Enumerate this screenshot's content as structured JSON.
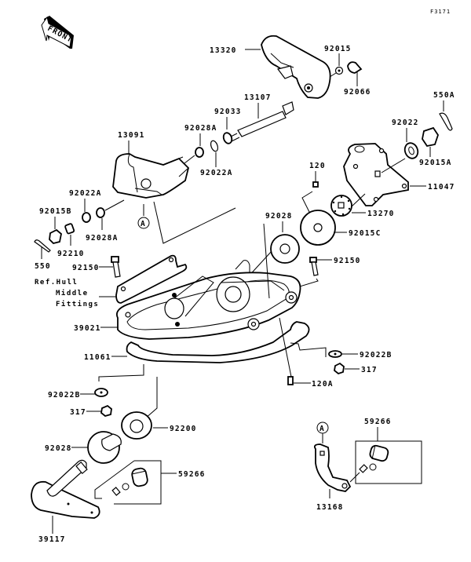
{
  "figure_code": "F3171",
  "front_arrow": "FRONT",
  "callout_marker": "A",
  "reference_note": [
    "Ref.Hull",
    "Middle",
    "Fittings"
  ],
  "parts": {
    "p13320": "13320",
    "p92015": "92015",
    "p92066": "92066",
    "p550A": "550A",
    "p13107": "13107",
    "p92033": "92033",
    "p92028A_top": "92028A",
    "p92022A_top": "92022A",
    "p13091": "13091",
    "p92022": "92022",
    "p92015A": "92015A",
    "p11047": "11047",
    "p120": "120",
    "p13270": "13270",
    "p92015C": "92015C",
    "p92028_mid": "92028",
    "p92150_right": "92150",
    "p92022A_left": "92022A",
    "p92015B": "92015B",
    "p92028A_left": "92028A",
    "p92210": "92210",
    "p550": "550",
    "p92150_left": "92150",
    "p39021": "39021",
    "p11061": "11061",
    "p92022B_right": "92022B",
    "p317_right": "317",
    "p120A": "120A",
    "p92022B_left": "92022B",
    "p317_left": "317",
    "p92200": "92200",
    "p92028_low": "92028",
    "p59266_left": "59266",
    "p39117": "39117",
    "p59266_right": "59266",
    "p13168": "13168"
  }
}
